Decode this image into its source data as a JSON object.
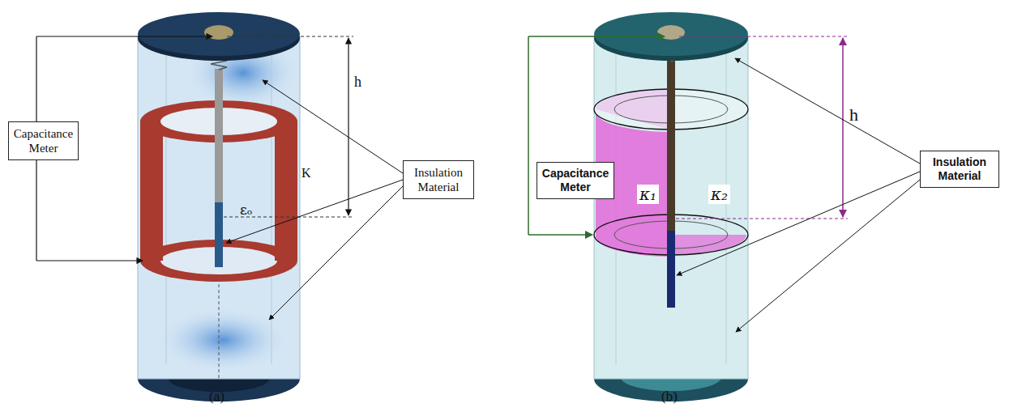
{
  "diagram": {
    "nodes": [
      {
        "text": [
          "Capacitance Meter"
        ]
      },
      {
        "text": [
          "Insulation Material"
        ]
      },
      {
        "text": [
          "Capacitance Meter"
        ]
      },
      {
        "text": [
          "Insulation Material"
        ]
      }
    ],
    "labels": [
      "h",
      "K",
      "εₒ",
      "(a)",
      "h",
      "κ₁",
      "κ₂",
      "(b)"
    ]
  }
}
